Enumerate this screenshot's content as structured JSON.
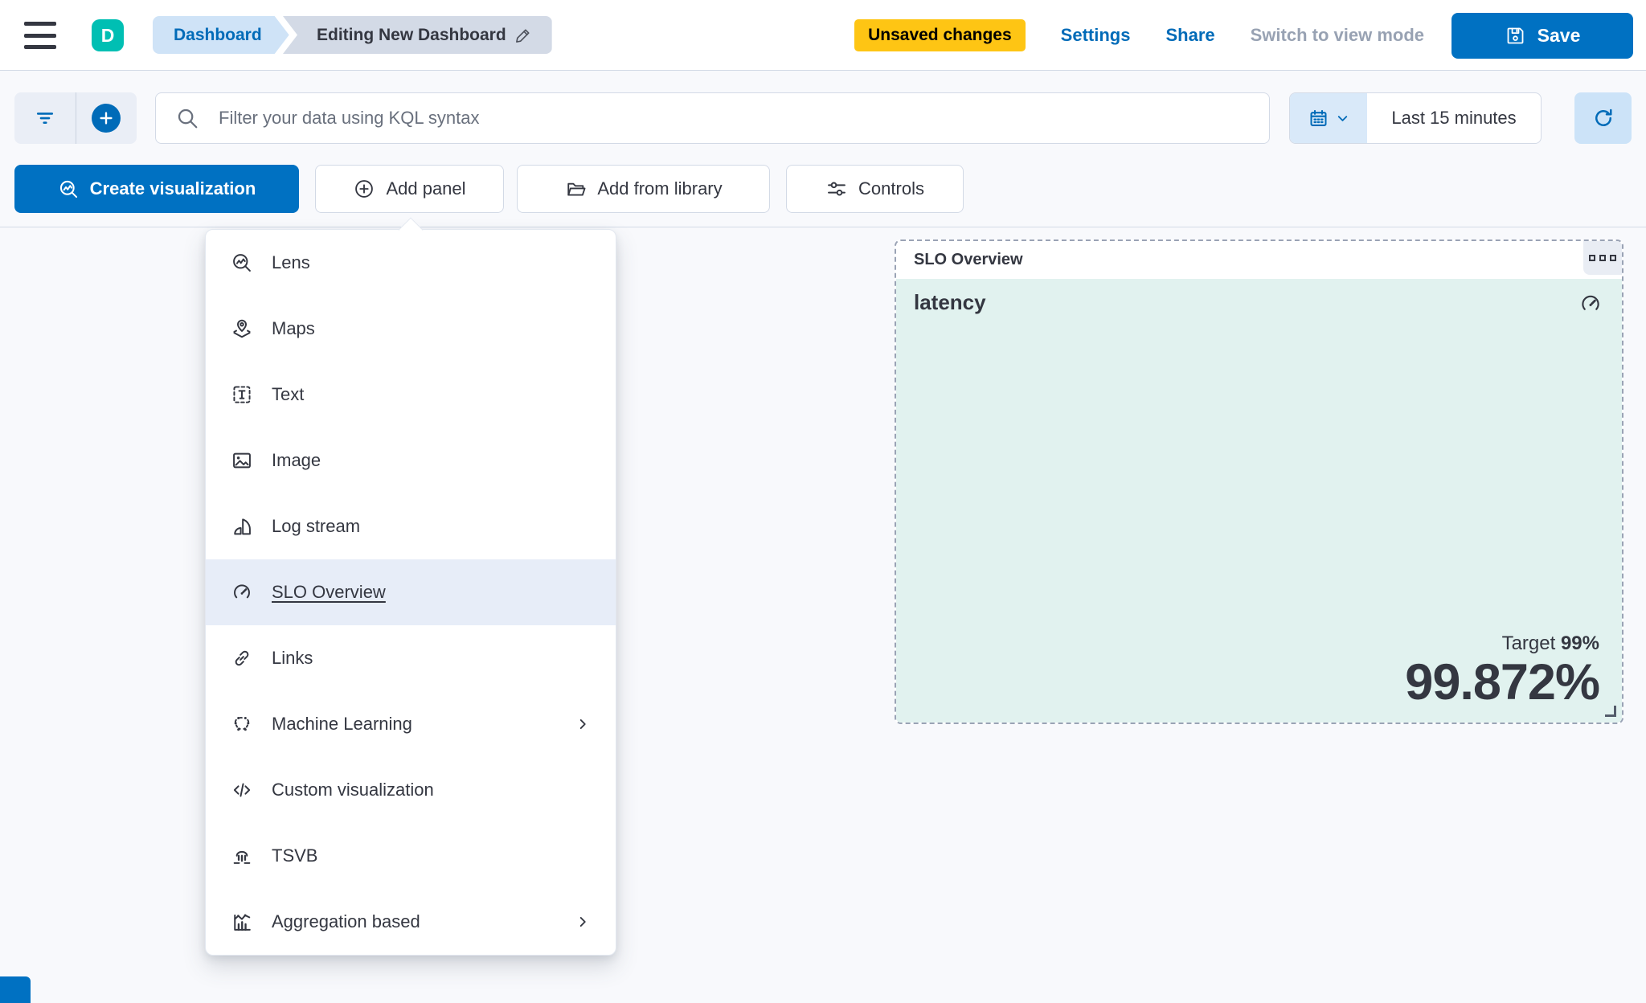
{
  "header": {
    "logo_letter": "D",
    "breadcrumbs": {
      "first": "Dashboard",
      "second": "Editing New Dashboard"
    },
    "badge": "Unsaved changes",
    "actions": {
      "settings": "Settings",
      "share": "Share",
      "switch_view": "Switch to view mode",
      "save": "Save",
      "save_icon": "floppy-disk-icon"
    }
  },
  "filter_bar": {
    "search_placeholder": "Filter your data using KQL syntax",
    "search_icon": "search-icon",
    "filter_icon": "filter-icon",
    "add_filter_icon": "plus-circle-filled-icon",
    "calendar_icon": "calendar-icon",
    "time_range": "Last 15 minutes",
    "refresh_icon": "refresh-icon"
  },
  "toolbar": {
    "create_visualization": "Create visualization",
    "create_visualization_icon": "lens-icon",
    "add_panel": "Add panel",
    "add_panel_icon": "plus-circle-icon",
    "add_from_library": "Add from library",
    "add_from_library_icon": "folder-icon",
    "controls": "Controls",
    "controls_icon": "sliders-icon"
  },
  "add_panel_menu": {
    "items": [
      {
        "label": "Lens",
        "icon": "lens-icon",
        "selected": false,
        "has_submenu": false
      },
      {
        "label": "Maps",
        "icon": "maps-icon",
        "selected": false,
        "has_submenu": false
      },
      {
        "label": "Text",
        "icon": "text-icon",
        "selected": false,
        "has_submenu": false
      },
      {
        "label": "Image",
        "icon": "image-icon",
        "selected": false,
        "has_submenu": false
      },
      {
        "label": "Log stream",
        "icon": "log-stream-icon",
        "selected": false,
        "has_submenu": false
      },
      {
        "label": "SLO Overview",
        "icon": "gauge-icon",
        "selected": true,
        "has_submenu": false
      },
      {
        "label": "Links",
        "icon": "link-icon",
        "selected": false,
        "has_submenu": false
      },
      {
        "label": "Machine Learning",
        "icon": "machine-learning-icon",
        "selected": false,
        "has_submenu": true
      },
      {
        "label": "Custom visualization",
        "icon": "code-icon",
        "selected": false,
        "has_submenu": false
      },
      {
        "label": "TSVB",
        "icon": "tsvb-icon",
        "selected": false,
        "has_submenu": false
      },
      {
        "label": "Aggregation based",
        "icon": "aggregation-icon",
        "selected": false,
        "has_submenu": true
      }
    ]
  },
  "slo_panel": {
    "title": "SLO Overview",
    "options_icon": "panel-options-icon",
    "metric_label": "latency",
    "metric_icon": "gauge-icon",
    "target_label": "Target",
    "target_value": "99%",
    "value": "99.872%"
  },
  "colors": {
    "primary": "#0071C2",
    "link": "#006BB8",
    "warning_badge": "#FEC514",
    "logo_teal": "#00BFB3",
    "panel_mint": "#E1F2EF",
    "text_dark": "#343741",
    "muted": "#69707D",
    "border": "#D3DAE6",
    "menu_highlight": "#E7EDF8",
    "page_bg": "#F8F9FC",
    "light_blue_fill": "#CCE3F8"
  }
}
